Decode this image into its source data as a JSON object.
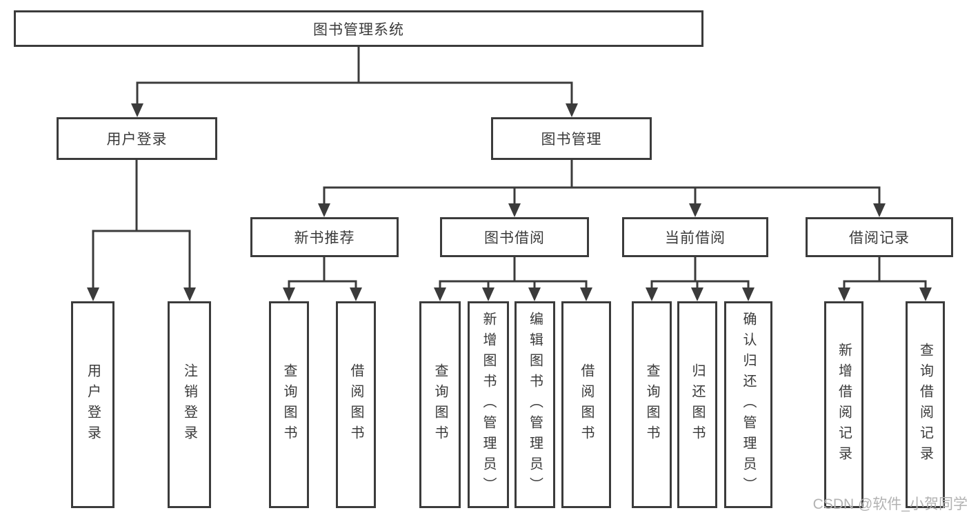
{
  "diagram": {
    "root": {
      "label": "图书管理系统"
    },
    "level2": [
      {
        "label": "用户登录"
      },
      {
        "label": "图书管理"
      }
    ],
    "level3": [
      {
        "label": "新书推荐"
      },
      {
        "label": "图书借阅"
      },
      {
        "label": "当前借阅"
      },
      {
        "label": "借阅记录"
      }
    ],
    "leaves": {
      "user_login": [
        "用户登录",
        "注销登录"
      ],
      "new_book": [
        "查询图书",
        "借阅图书"
      ],
      "borrow": [
        "查询图书",
        "新增图书（管理员）",
        "编辑图书（管理员）",
        "借阅图书"
      ],
      "current": [
        "查询图书",
        "归还图书",
        "确认归还（管理员）"
      ],
      "records": [
        "新增借阅记录",
        "查询借阅记录"
      ]
    }
  },
  "watermark": "CSDN @软件_小贺同学",
  "colors": {
    "line": "#3b3b3b",
    "box_border": "#3b3b3b",
    "box_fill": "#ffffff",
    "text": "#3a3a3a",
    "watermark": "#b2b2b2"
  }
}
